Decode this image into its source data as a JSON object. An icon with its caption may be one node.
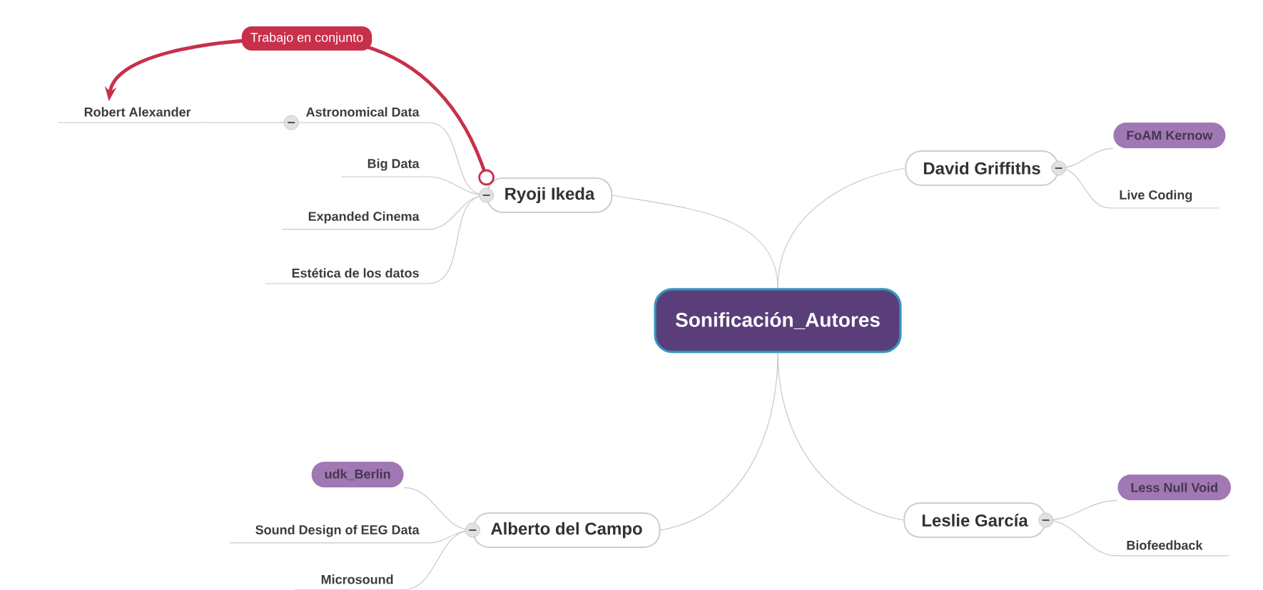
{
  "diagram": {
    "nodes": [
      {
        "text": [
          "Sonificación_Autores"
        ]
      },
      {
        "text": [
          "Ryoji Ikeda"
        ]
      },
      {
        "text": [
          "Astronomical Data"
        ]
      },
      {
        "text": [
          "Robert Alexander"
        ]
      },
      {
        "text": [
          "Big Data"
        ]
      },
      {
        "text": [
          "Expanded Cinema"
        ]
      },
      {
        "text": [
          "Estética de los datos"
        ]
      },
      {
        "text": [
          "David Griffiths"
        ]
      },
      {
        "text": [
          "FoAM Kernow"
        ]
      },
      {
        "text": [
          "Live Coding"
        ]
      },
      {
        "text": [
          "Alberto del Campo"
        ]
      },
      {
        "text": [
          "udk_Berlin"
        ]
      },
      {
        "text": [
          "Sound Design of EEG Data"
        ]
      },
      {
        "text": [
          "Microsound"
        ]
      },
      {
        "text": [
          "Leslie García"
        ]
      },
      {
        "text": [
          "Less Null Void"
        ]
      },
      {
        "text": [
          "Biofeedback"
        ]
      }
    ],
    "edges": [
      {
        "from": 0,
        "to": 1,
        "arrow": "none"
      },
      {
        "from": 0,
        "to": 7,
        "arrow": "none"
      },
      {
        "from": 0,
        "to": 10,
        "arrow": "none"
      },
      {
        "from": 0,
        "to": 14,
        "arrow": "none"
      },
      {
        "from": 1,
        "to": 2,
        "arrow": "none"
      },
      {
        "from": 1,
        "to": 4,
        "arrow": "none"
      },
      {
        "from": 1,
        "to": 5,
        "arrow": "none"
      },
      {
        "from": 1,
        "to": 6,
        "arrow": "none"
      },
      {
        "from": 2,
        "to": 3,
        "arrow": "none"
      },
      {
        "from": 7,
        "to": 8,
        "arrow": "none"
      },
      {
        "from": 7,
        "to": 9,
        "arrow": "none"
      },
      {
        "from": 10,
        "to": 11,
        "arrow": "none"
      },
      {
        "from": 10,
        "to": 12,
        "arrow": "none"
      },
      {
        "from": 10,
        "to": 13,
        "arrow": "none"
      },
      {
        "from": 14,
        "to": 15,
        "arrow": "none"
      },
      {
        "from": 14,
        "to": 16,
        "arrow": "none"
      },
      {
        "from": 1,
        "to": 3,
        "arrow": "to",
        "label": "Trabajo en conjunto",
        "style": "thick",
        "color": "#c8304a"
      }
    ]
  }
}
